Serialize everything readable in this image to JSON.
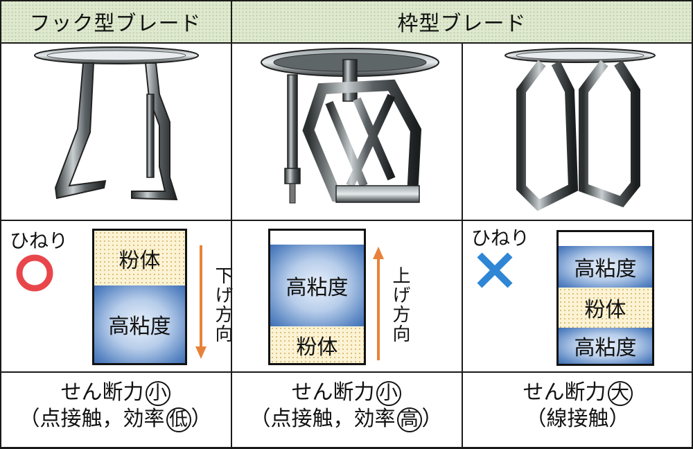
{
  "headers": {
    "hook": "フック型ブレード",
    "frame": "枠型ブレード"
  },
  "labels": {
    "twist": "ひねり",
    "powder": "粉体",
    "viscous": "高粘度",
    "down_direction": "下げ方向",
    "up_direction": "上げ方向"
  },
  "bottom": {
    "hook_line1": "せん断力",
    "hook_shear": "小",
    "hook_line2_open": "（点接触，効率",
    "hook_eff": "低",
    "hook_line2_close": "）",
    "frame_line1": "せん断力",
    "frame_shear": "小",
    "frame_line2_open": "（点接触，効率",
    "frame_eff": "高",
    "frame_line2_close": "）",
    "frame2_line1": "せん断力",
    "frame2_shear": "大",
    "frame2_line2": "（線接触）"
  },
  "colors": {
    "header_bg": "#dfe9cf",
    "circle_ok": "#e8464b",
    "cross_ng": "#2e86d4",
    "arrow": "#e8823a",
    "viscous_edge": "#3f6fb4",
    "powder_bg": "#fbf3d4"
  },
  "icons": {
    "ok": "circle-mark-icon",
    "ng": "cross-mark-icon"
  }
}
